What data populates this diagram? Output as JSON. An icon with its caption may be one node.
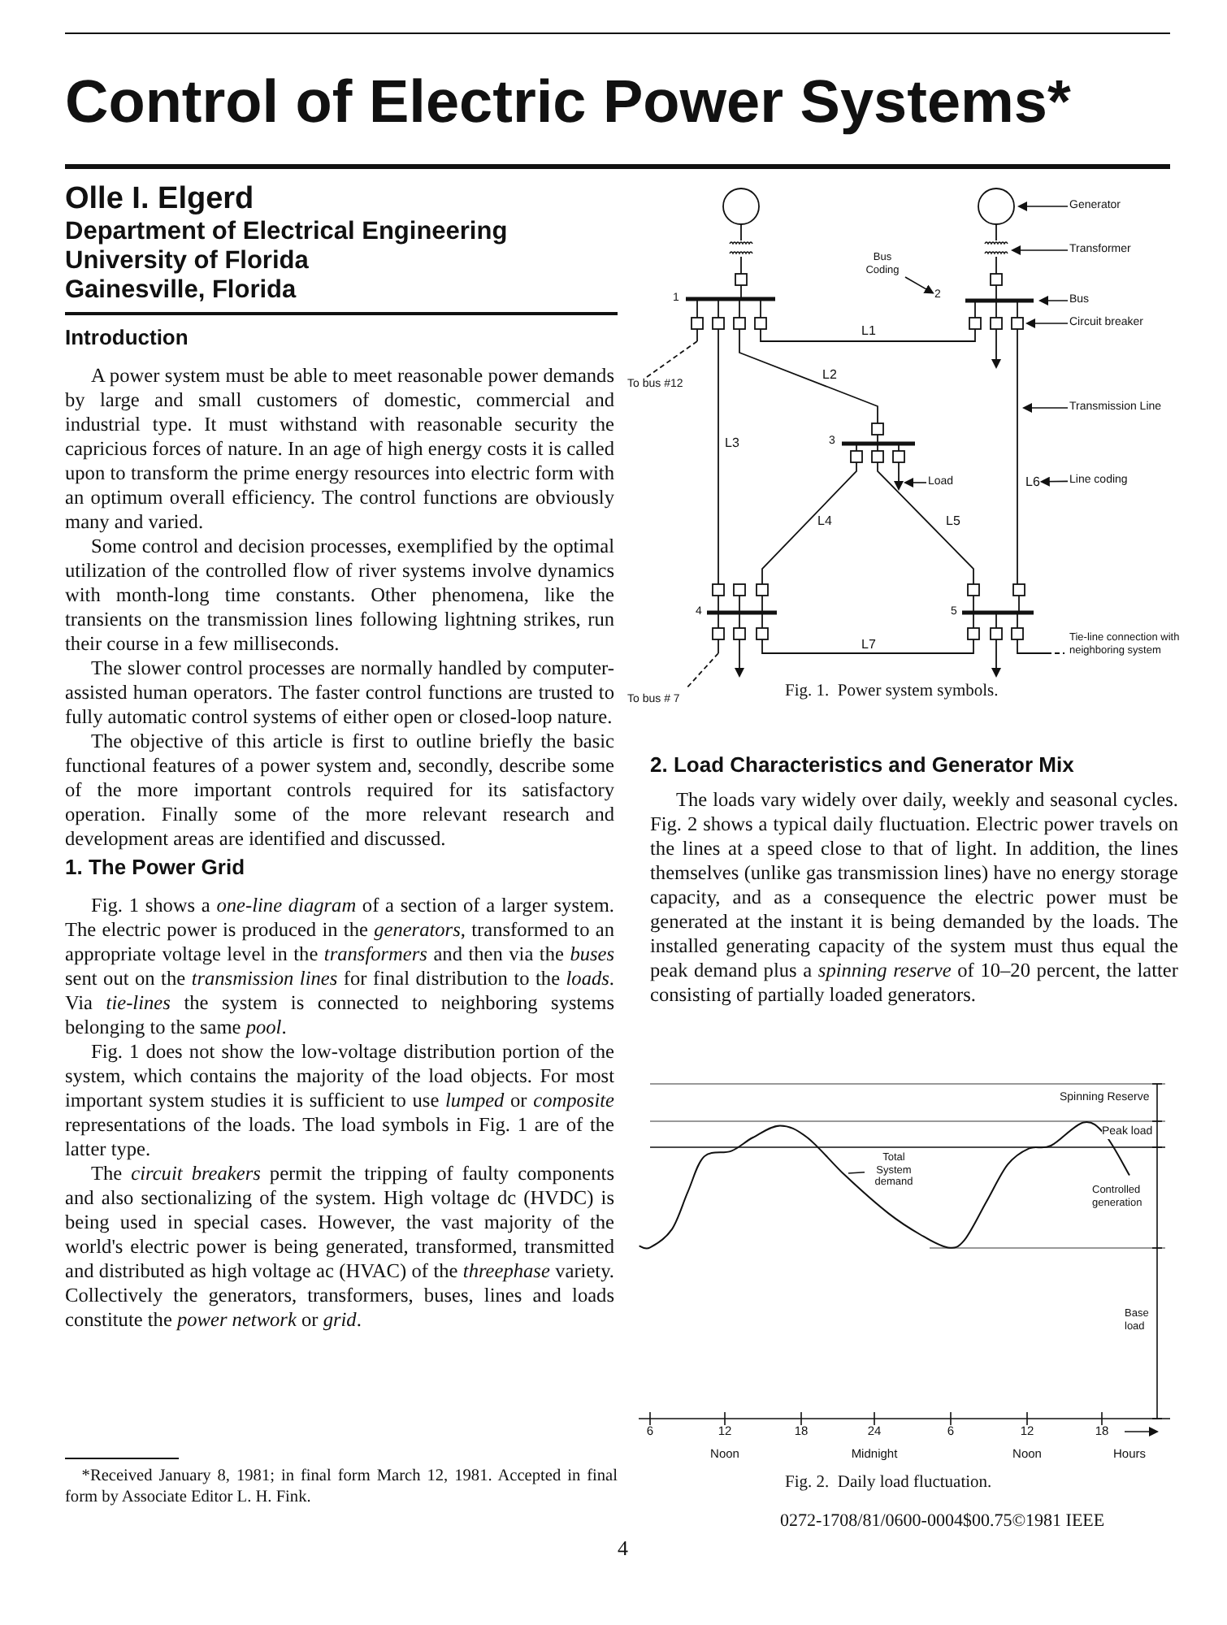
{
  "diagram": {
    "title": "Control of Electric Power Systems*",
    "nodes": [
      {
        "text": [
          "Generator"
        ]
      },
      {
        "text": [
          "Transformer"
        ]
      },
      {
        "text": [
          "Bus Coding"
        ]
      },
      {
        "text": [
          "2"
        ]
      },
      {
        "text": [
          "Bus"
        ]
      },
      {
        "text": [
          "Circuit breaker"
        ]
      },
      {
        "text": [
          "Transmission Line"
        ]
      },
      {
        "text": [
          "L6"
        ]
      },
      {
        "text": [
          "Line coding"
        ]
      },
      {
        "text": [
          "Load"
        ]
      },
      {
        "text": [
          "Total System demand"
        ]
      }
    ],
    "edges": [
      {
        "from": 0,
        "to": null,
        "arrow": "to"
      },
      {
        "from": 1,
        "to": null,
        "arrow": "to"
      },
      {
        "from": 2,
        "to": 3,
        "arrow": "to"
      },
      {
        "from": 4,
        "to": null,
        "arrow": "to"
      },
      {
        "from": 5,
        "to": null,
        "arrow": "to"
      },
      {
        "from": 6,
        "to": null,
        "arrow": "to"
      },
      {
        "from": 8,
        "to": 7,
        "arrow": "to"
      },
      {
        "from": 9,
        "to": null,
        "arrow": "to"
      },
      {
        "from": 10,
        "to": null,
        "arrow": "none"
      }
    ],
    "labels": [
      "Olle I. Elgerd",
      "Department of Electrical Engineering",
      "University of Florida",
      "Gainesville, Florida",
      "Introduction",
      "A power system must be able to meet reasonable power demands by large and small customers of domestic, commercial and industrial type. It must withstand with reasonable security the capricious forces of nature. In an age of high energy costs it is called upon to transform the prime energy resources into electric form with an optimum overall efficiency. The control functions are obviously many and varied.",
      "Some control and decision processes, exemplified by the optimal utilization of the controlled flow of river systems involve dynamics with month-long time constants. Other phenomena, like the transients on the transmission lines following lightning strikes, run their course in a few milliseconds.",
      "The slower control processes are normally handled by computer-assisted human operators. The faster control functions are trusted to fully automatic control systems of either open or closed-loop nature.",
      "The objective of this article is first to outline briefly the basic functional features of a power system and, secondly, describe some of the more important controls required for its satisfactory operation. Finally some of the more relevant research and development areas are identified and discussed.",
      "1. The Power Grid",
      "Fig. 1 shows a *one-line diagram* of a section of a larger system. The electric power is produced in the *generators*, transformed to an appropriate voltage level in the *transformers* and then via the *buses* sent out on the *transmission lines* for final distribution to the *loads*. Via *tie-lines* the system is connected to neighboring systems belonging to the same *pool*.",
      "Fig. 1 does not show the low-voltage distribution portion of the system, which contains the majority of the load objects. For most important system studies it is sufficient to use *lumped* or *composite* representations of the loads. The load symbols in Fig. 1 are of the latter type.",
      "The *circuit breakers* permit the tripping of faulty components and also sectionalizing of the system. High voltage dc (HVDC) is being used in special cases. However, the vast majority of the world's electric power is being generated, transformed, transmitted and distributed as high voltage ac (HVAC) of the *threephase* variety. Collectively the generators, transformers, buses, lines and loads constitute the *power network* or *grid*.",
      "*Received January 8, 1981; in final form March 12, 1981. Accepted in final form by Associate Editor L. H. Fink.",
      "1",
      "To bus #12",
      "L1",
      "L2",
      "L3",
      "3",
      "L4",
      "L5",
      "4",
      "5",
      "L7",
      "Tie-line connection with neighboring system",
      "To bus # 7",
      "Fig. 1.  Power system symbols.",
      "2. Load Characteristics and Generator Mix",
      "The loads vary widely over daily, weekly and seasonal cycles. Fig. 2 shows a typical daily fluctuation. Electric power travels on the lines at a speed close to that of light. In addition, the lines themselves (unlike gas transmission lines) have no energy storage capacity, and as a consequence the electric power must be generated at the instant it is being demanded by the loads. The installed generating capacity of the system must thus equal the peak demand plus a *spinning reserve* of 10–20 percent, the latter consisting of partially loaded generators.",
      "Spinning Reserve",
      "Peak load",
      "Controlled generation",
      "Base load",
      "6",
      "12",
      "18",
      "24",
      "6",
      "12",
      "18",
      "Noon",
      "Midnight",
      "Noon",
      "Hours",
      "Fig. 2.  Daily load fluctuation.",
      "0272-1708/81/0600-0004$00.75©1981 IEEE",
      "4"
    ]
  }
}
